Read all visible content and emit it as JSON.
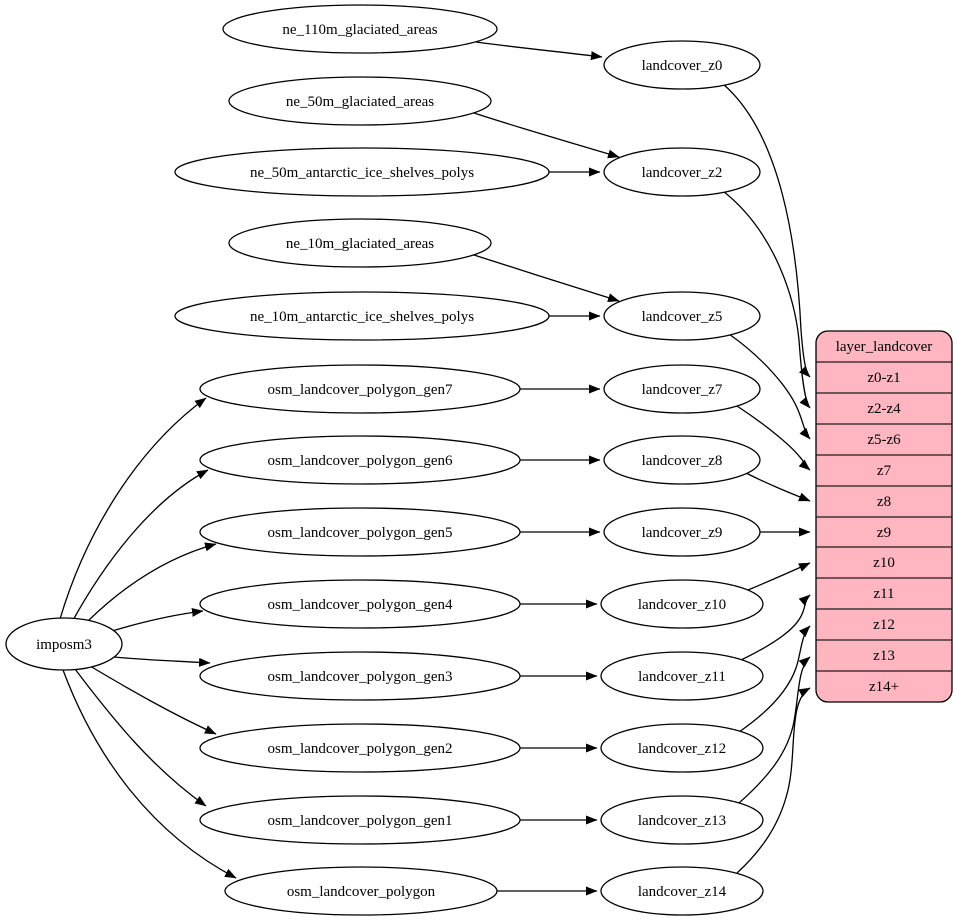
{
  "diagram": {
    "importer": "imposm3",
    "sources": [
      "ne_110m_glaciated_areas",
      "ne_50m_glaciated_areas",
      "ne_50m_antarctic_ice_shelves_polys",
      "ne_10m_glaciated_areas",
      "ne_10m_antarctic_ice_shelves_polys",
      "osm_landcover_polygon_gen7",
      "osm_landcover_polygon_gen6",
      "osm_landcover_polygon_gen5",
      "osm_landcover_polygon_gen4",
      "osm_landcover_polygon_gen3",
      "osm_landcover_polygon_gen2",
      "osm_landcover_polygon_gen1",
      "osm_landcover_polygon"
    ],
    "stages": [
      "landcover_z0",
      "landcover_z2",
      "landcover_z5",
      "landcover_z7",
      "landcover_z8",
      "landcover_z9",
      "landcover_z10",
      "landcover_z11",
      "landcover_z12",
      "landcover_z13",
      "landcover_z14"
    ],
    "layer_table": {
      "title": "layer_landcover",
      "rows": [
        "z0-z1",
        "z2-z4",
        "z5-z6",
        "z7",
        "z8",
        "z9",
        "z10",
        "z11",
        "z12",
        "z13",
        "z14+"
      ]
    },
    "colors": {
      "table_fill": "#ffb6c1",
      "stroke": "#000000",
      "node_fill": "#ffffff",
      "background": "#ffffff"
    }
  }
}
